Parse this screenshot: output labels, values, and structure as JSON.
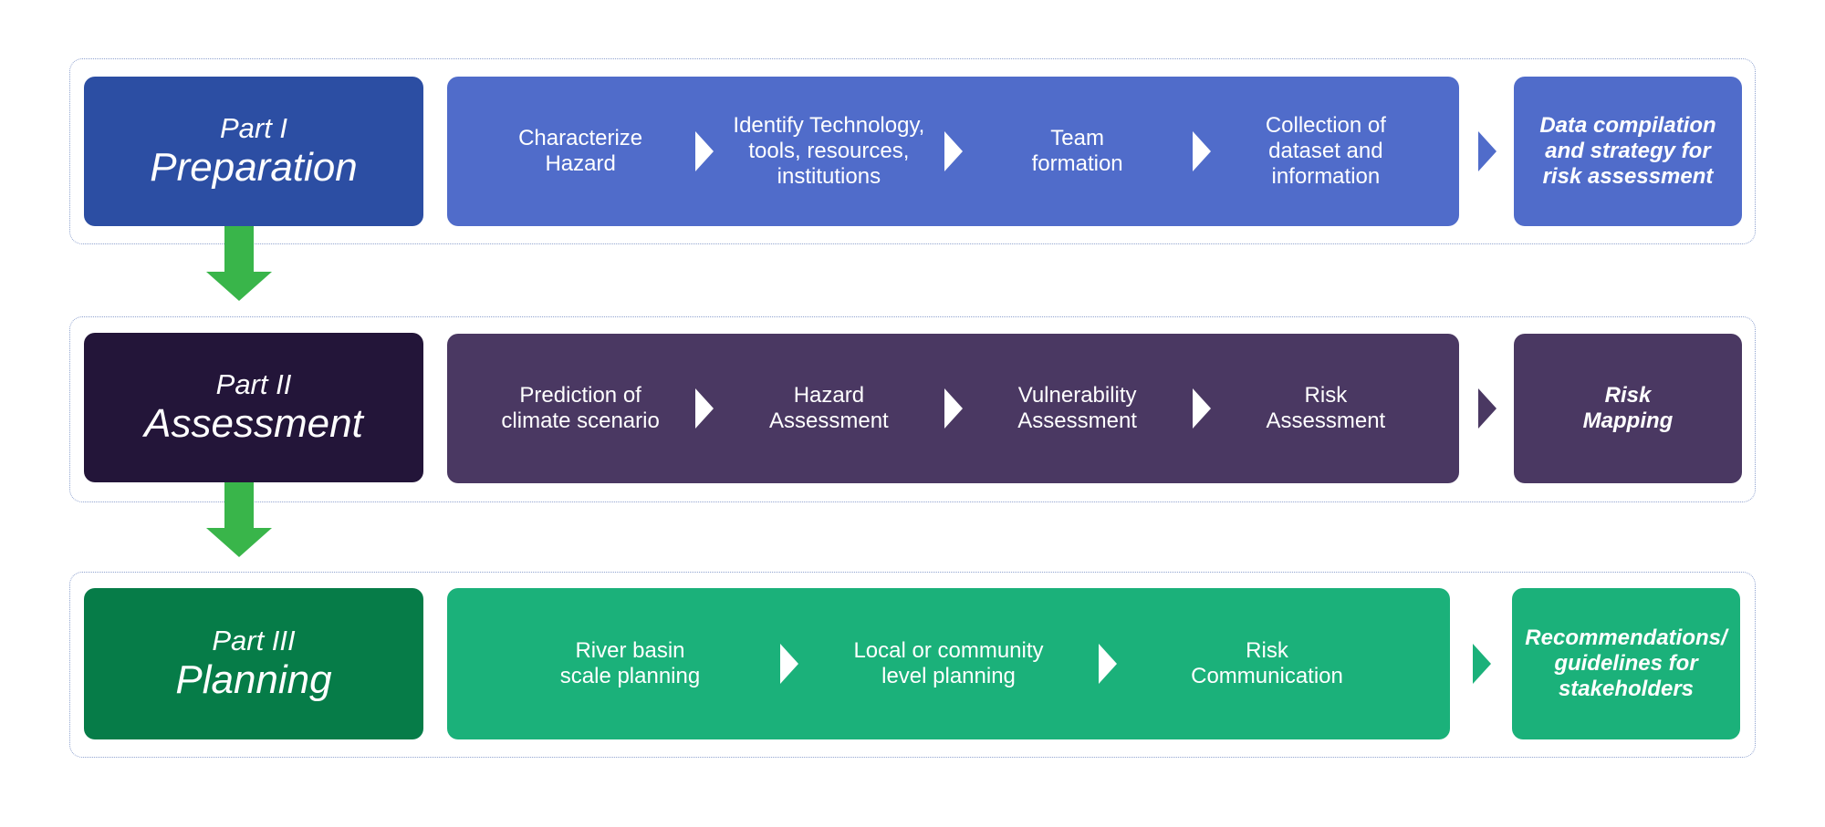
{
  "colors": {
    "preparation_part": "#2c4ea3",
    "preparation_steps": "#506cca",
    "assessment_part": "#231539",
    "assessment_steps": "#4a3862",
    "planning_part": "#067c48",
    "planning_steps": "#1bb17a",
    "down_arrow": "#39b54a",
    "frame_border": "#8fa2cf"
  },
  "rows": [
    {
      "part_number": "Part I",
      "part_title": "Preparation",
      "steps": [
        "Characterize\nHazard",
        "Identify Technology,\ntools, resources,\ninstitutions",
        "Team\nformation",
        "Collection of\ndataset and\ninformation"
      ],
      "result": "Data compilation\nand strategy for\nrisk assessment"
    },
    {
      "part_number": "Part II",
      "part_title": "Assessment",
      "steps": [
        "Prediction of\nclimate scenario",
        "Hazard\nAssessment",
        "Vulnerability\nAssessment",
        "Risk\nAssessment"
      ],
      "result": "Risk\nMapping"
    },
    {
      "part_number": "Part III",
      "part_title": "Planning",
      "steps": [
        "River basin\nscale planning",
        "Local or community\nlevel planning",
        "Risk\nCommunication"
      ],
      "result": "Recommendations/\nguidelines for\nstakeholders"
    }
  ]
}
